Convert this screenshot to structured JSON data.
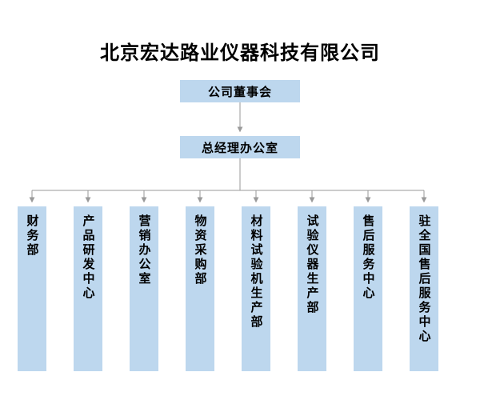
{
  "title": "北京宏达路业仪器科技有限公司",
  "org": {
    "root": "公司董事会",
    "second_level": "总经理办公室",
    "departments": [
      "财务部",
      "产品研发中心",
      "营销办公室",
      "物资采购部",
      "材料试验机生产部",
      "试验仪器生产部",
      "售后服务中心",
      "驻全国售后服务中心"
    ]
  },
  "colors": {
    "box_fill": "#BDD7EE",
    "line": "#999999",
    "text": "#000000"
  }
}
